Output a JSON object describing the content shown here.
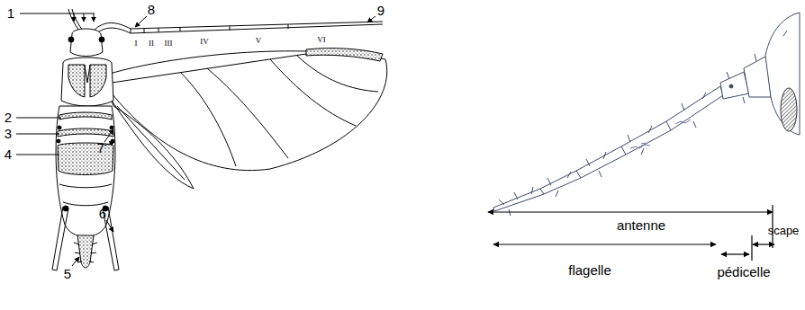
{
  "diagram": {
    "labels": [
      "1",
      "8",
      "9",
      "I",
      "II",
      "III",
      "IV",
      "V",
      "VI",
      "2",
      "3",
      "4",
      "7",
      "6",
      "5",
      "antenne",
      "flagelle",
      "pédicelle",
      "scape"
    ]
  }
}
